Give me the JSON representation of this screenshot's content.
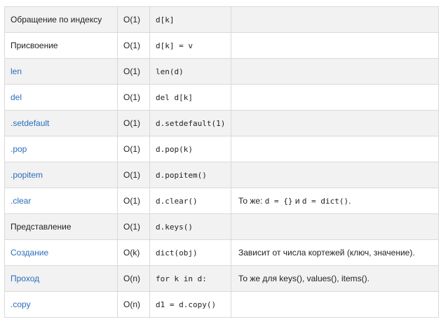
{
  "rows": [
    {
      "op": "Обращение по индексу",
      "cx": "O(1)",
      "code": "d[k]",
      "note_pre": "",
      "note_code1": "",
      "note_mid": "",
      "note_code2": "",
      "note_post": "",
      "link": false
    },
    {
      "op": "Присвоение",
      "cx": "O(1)",
      "code": "d[k] = v",
      "note_pre": "",
      "note_code1": "",
      "note_mid": "",
      "note_code2": "",
      "note_post": "",
      "link": false
    },
    {
      "op": "len",
      "cx": "O(1)",
      "code": "len(d)",
      "note_pre": "",
      "note_code1": "",
      "note_mid": "",
      "note_code2": "",
      "note_post": "",
      "link": true
    },
    {
      "op": "del",
      "cx": "O(1)",
      "code": "del d[k]",
      "note_pre": "",
      "note_code1": "",
      "note_mid": "",
      "note_code2": "",
      "note_post": "",
      "link": true
    },
    {
      "op": ".setdefault",
      "cx": "O(1)",
      "code": "d.setdefault(1)",
      "note_pre": "",
      "note_code1": "",
      "note_mid": "",
      "note_code2": "",
      "note_post": "",
      "link": true
    },
    {
      "op": ".pop",
      "cx": "O(1)",
      "code": "d.pop(k)",
      "note_pre": "",
      "note_code1": "",
      "note_mid": "",
      "note_code2": "",
      "note_post": "",
      "link": true
    },
    {
      "op": ".popitem",
      "cx": "O(1)",
      "code": "d.popitem()",
      "note_pre": "",
      "note_code1": "",
      "note_mid": "",
      "note_code2": "",
      "note_post": "",
      "link": true
    },
    {
      "op": ".clear",
      "cx": "O(1)",
      "code": "d.clear()",
      "note_pre": "То же: ",
      "note_code1": "d = {}",
      "note_mid": " и ",
      "note_code2": "d = dict()",
      "note_post": ".",
      "link": true
    },
    {
      "op": "Представление",
      "cx": "O(1)",
      "code": "d.keys()",
      "note_pre": "",
      "note_code1": "",
      "note_mid": "",
      "note_code2": "",
      "note_post": "",
      "link": false
    },
    {
      "op": "Создание",
      "cx": "O(k)",
      "code": "dict(obj)",
      "note_pre": "Зависит от числа кортежей (ключ, значение).",
      "note_code1": "",
      "note_mid": "",
      "note_code2": "",
      "note_post": "",
      "link": true
    },
    {
      "op": "Проход",
      "cx": "O(n)",
      "code": "for k in d:",
      "note_pre": "То же для keys(), values(), items().",
      "note_code1": "",
      "note_mid": "",
      "note_code2": "",
      "note_post": "",
      "link": true
    },
    {
      "op": ".copy",
      "cx": "O(n)",
      "code": "d1 = d.copy()",
      "note_pre": "",
      "note_code1": "",
      "note_mid": "",
      "note_code2": "",
      "note_post": "",
      "link": true
    }
  ]
}
